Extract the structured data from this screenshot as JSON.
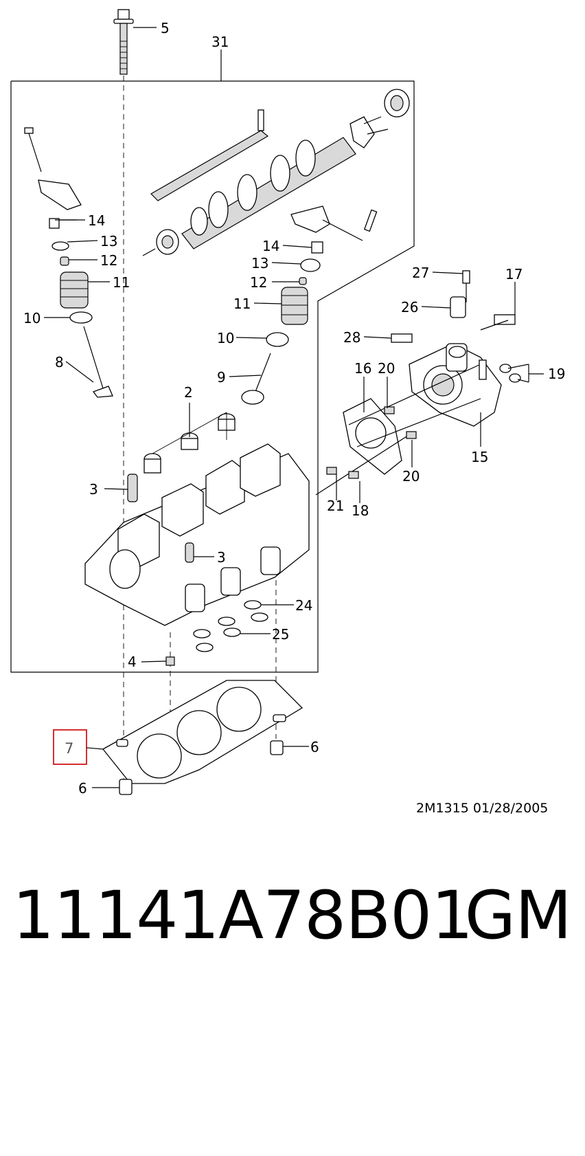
{
  "callouts": {
    "c1": "5",
    "c2": "31",
    "c3": "14",
    "c4": "13",
    "c5": "12",
    "c6": "11",
    "c7": "10",
    "c8": "8",
    "c9": "14",
    "c10": "13",
    "c11": "12",
    "c12": "11",
    "c13": "10",
    "c14": "9",
    "c15": "27",
    "c16": "17",
    "c17": "26",
    "c18": "28",
    "c19": "16",
    "c20": "20",
    "c21": "19",
    "c22": "2",
    "c23": "3",
    "c24": "3",
    "c25": "15",
    "c26": "20",
    "c27": "21",
    "c28": "18",
    "c29": "24",
    "c30": "25",
    "c31": "4",
    "c32": "6",
    "c33": "7",
    "c34": "6"
  },
  "stamp": "2M1315  01/28/2005",
  "part_number": "11141A78B01",
  "brand": "GM",
  "colors": {
    "highlight": "#d32f2f",
    "ink": "#000000"
  }
}
